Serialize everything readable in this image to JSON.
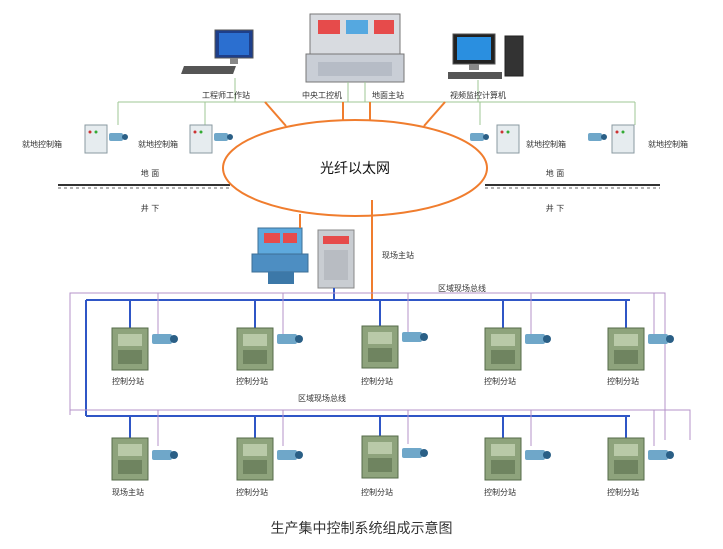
{
  "caption": "生产集中控制系统组成示意图",
  "ring_label": "光纤以太网",
  "top_labels": {
    "eng_workstation": "工程师工作站",
    "central_computer": "中央工控机",
    "ground_master": "地面主站",
    "video_computer": "视频监控计算机"
  },
  "local_box_label": "就地控制箱",
  "ground_label": "地 面",
  "underground_label": "井 下",
  "field_master_label": "现场主站",
  "bus_label": "区域现场总线",
  "control_substation_label": "控制分站",
  "colors": {
    "ring": "#f07d2e",
    "bus_blue": "#2f56c6",
    "bus_purple": "#b493c9",
    "link_green": "#86bb7e",
    "box": "#8ea37c",
    "camera": "#6fa7c9"
  }
}
